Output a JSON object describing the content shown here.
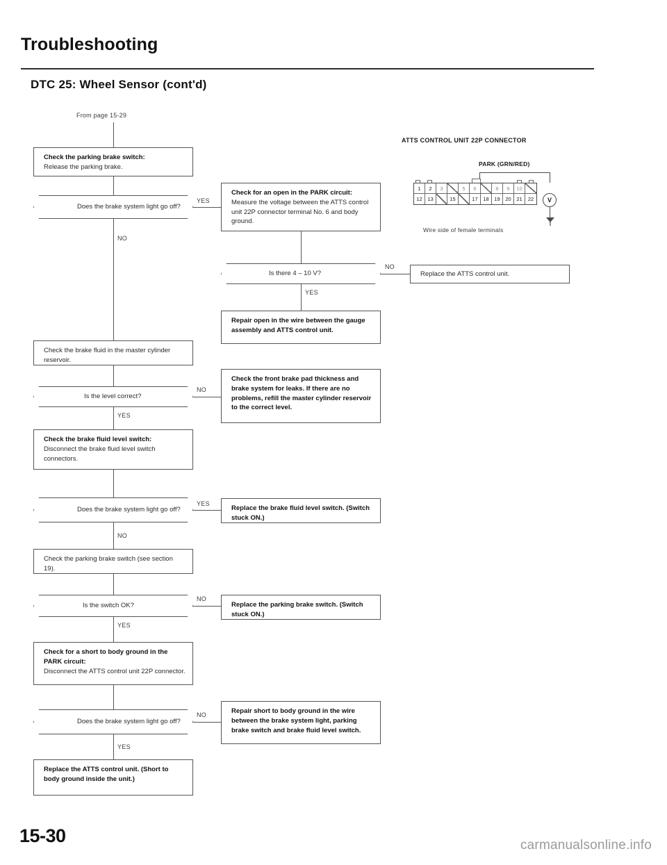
{
  "document": {
    "title": "Troubleshooting",
    "section_title": "DTC 25: Wheel Sensor (cont'd)",
    "page_number": "15-30",
    "watermark": "carmanualsonline.info",
    "from_page": "From page 15-29"
  },
  "branch_labels": {
    "yes": "YES",
    "no": "NO"
  },
  "flow": {
    "step1": {
      "heading": "Check the parking brake switch:",
      "body": "Release the parking brake."
    },
    "decision1": "Does the brake system light go off?",
    "step2": {
      "heading": "Check for an open in the PARK circuit:",
      "body": "Measure the voltage between the ATTS control unit 22P connector terminal No. 6 and body ground."
    },
    "decision2": "Is there 4 – 10 V?",
    "result1": "Replace the ATTS control unit.",
    "result2": "Repair open in the wire between the gauge assembly and ATTS control unit.",
    "step3": "Check the brake fluid in the master cylinder reservoir.",
    "decision3": "Is the level correct?",
    "result3": "Check the front brake pad thickness and brake system for leaks. If there are no problems, refill the master cylinder reservoir to the correct level.",
    "step4": {
      "heading": "Check the brake fluid level switch:",
      "body": "Disconnect the brake fluid level switch connectors."
    },
    "decision4": "Does the brake system light go off?",
    "result4": "Replace the brake fluid level switch. (Switch stuck ON.)",
    "step5": "Check the parking brake switch (see section 19).",
    "decision5": "Is the switch OK?",
    "result5": "Replace the parking brake switch. (Switch stuck ON.)",
    "step6": {
      "heading": "Check for a short to body ground in the PARK circuit:",
      "body": "Disconnect the ATTS control unit 22P connector."
    },
    "decision6": "Does the brake system light go off?",
    "result6": "Repair short to body ground in the wire between the brake system light, parking brake switch and brake fluid level switch.",
    "result7": "Replace the ATTS control unit. (Short to body ground inside the unit.)"
  },
  "connector": {
    "title": "ATTS CONTROL UNIT 22P CONNECTOR",
    "wire_label": "PARK (GRN/RED)",
    "caption": "Wire side of female terminals",
    "meter_symbol": "V",
    "top_row": [
      "1",
      "2",
      "3",
      "",
      "5",
      "6",
      "",
      "8",
      "9",
      "10",
      ""
    ],
    "bottom_row": [
      "12",
      "13",
      "",
      "15",
      "",
      "17",
      "18",
      "19",
      "20",
      "21",
      "22"
    ],
    "top_row_faint": [
      false,
      false,
      true,
      false,
      true,
      true,
      false,
      true,
      true,
      true,
      false
    ]
  }
}
